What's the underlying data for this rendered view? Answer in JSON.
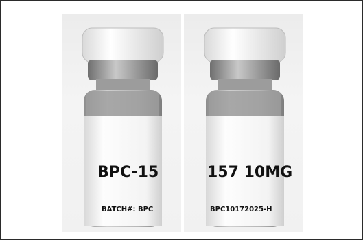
{
  "photos": [
    {
      "name": "vial-left",
      "label_main": "BPC-15",
      "label_batch": "BATCH#: BPC"
    },
    {
      "name": "vial-right",
      "label_main": "157 10MG",
      "label_batch": "BPC10172025-H"
    }
  ],
  "colors": {
    "cap": "#f3f3f3",
    "crimp": "#9a9a9a",
    "glass": "#bcbcbc",
    "label": "#fbfbfb",
    "text": "#111111"
  }
}
